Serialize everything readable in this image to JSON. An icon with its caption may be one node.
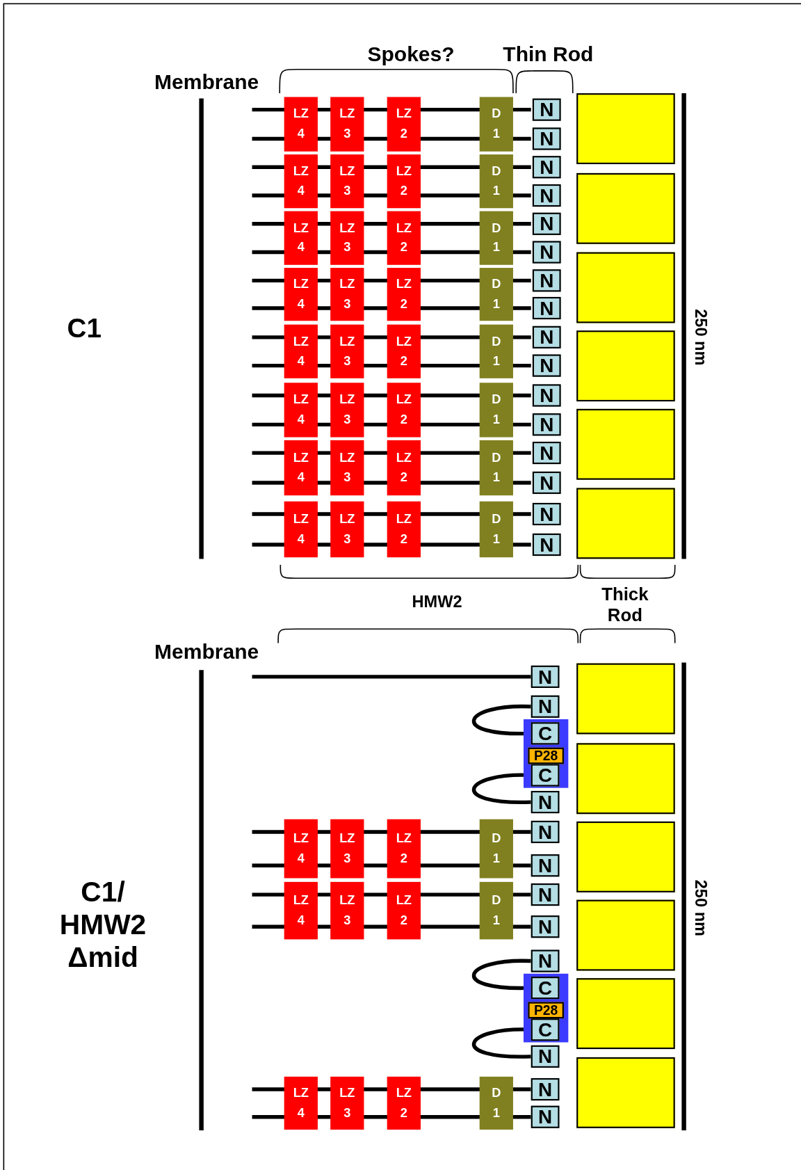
{
  "diagram": {
    "nodes": [
      {
        "text": [
          "LZ 4"
        ]
      },
      {
        "text": [
          "LZ 3"
        ]
      },
      {
        "text": [
          "LZ 2"
        ]
      },
      {
        "text": [
          "D 1"
        ]
      },
      {
        "text": [
          "N"
        ]
      },
      {
        "text": [
          "N"
        ]
      },
      {
        "text": [
          "LZ 4"
        ]
      },
      {
        "text": [
          "LZ 3"
        ]
      },
      {
        "text": [
          "LZ 2"
        ]
      },
      {
        "text": [
          "D 1"
        ]
      },
      {
        "text": [
          "N"
        ]
      },
      {
        "text": [
          "N"
        ]
      },
      {
        "text": [
          "LZ 4"
        ]
      },
      {
        "text": [
          "LZ 3"
        ]
      },
      {
        "text": [
          "LZ 2"
        ]
      },
      {
        "text": [
          "D 1"
        ]
      },
      {
        "text": [
          "N"
        ]
      },
      {
        "text": [
          "N"
        ]
      },
      {
        "text": [
          "LZ 4"
        ]
      },
      {
        "text": [
          "LZ 3"
        ]
      },
      {
        "text": [
          "LZ 2"
        ]
      },
      {
        "text": [
          "D 1"
        ]
      },
      {
        "text": [
          "N"
        ]
      },
      {
        "text": [
          "N"
        ]
      },
      {
        "text": [
          "LZ 4"
        ]
      },
      {
        "text": [
          "LZ 3"
        ]
      },
      {
        "text": [
          "LZ 2"
        ]
      },
      {
        "text": [
          "D 1"
        ]
      },
      {
        "text": [
          "N"
        ]
      },
      {
        "text": [
          "N"
        ]
      },
      {
        "text": [
          "LZ 4"
        ]
      },
      {
        "text": [
          "LZ 3"
        ]
      },
      {
        "text": [
          "LZ 2"
        ]
      },
      {
        "text": [
          "D 1"
        ]
      },
      {
        "text": [
          "N"
        ]
      },
      {
        "text": [
          "N"
        ]
      },
      {
        "text": [
          "LZ 4"
        ]
      },
      {
        "text": [
          "LZ 3"
        ]
      },
      {
        "text": [
          "LZ 2"
        ]
      },
      {
        "text": [
          "D 1"
        ]
      },
      {
        "text": [
          "N"
        ]
      },
      {
        "text": [
          "N"
        ]
      },
      {
        "text": [
          "LZ 4"
        ]
      },
      {
        "text": [
          "LZ 3"
        ]
      },
      {
        "text": [
          "LZ 2"
        ]
      },
      {
        "text": [
          "D 1"
        ]
      },
      {
        "text": [
          "N"
        ]
      },
      {
        "text": [
          "N"
        ]
      },
      {
        "text": [],
        "shape": "box"
      },
      {
        "text": [],
        "shape": "box"
      },
      {
        "text": [],
        "shape": "box"
      },
      {
        "text": [],
        "shape": "box"
      },
      {
        "text": [],
        "shape": "box"
      },
      {
        "text": [],
        "shape": "box"
      },
      {
        "text": [
          "N"
        ]
      },
      {
        "text": [
          "N"
        ]
      },
      {
        "text": [],
        "shape": "box"
      },
      {
        "text": [
          "C"
        ],
        "in": 56
      },
      {
        "text": [
          "P28"
        ],
        "in": 56
      },
      {
        "text": [
          "C"
        ],
        "in": 56
      },
      {
        "text": [
          "N"
        ]
      },
      {
        "text": [
          "LZ 4"
        ]
      },
      {
        "text": [
          "LZ 3"
        ]
      },
      {
        "text": [
          "LZ 2"
        ]
      },
      {
        "text": [
          "D 1"
        ]
      },
      {
        "text": [
          "N"
        ]
      },
      {
        "text": [
          "N"
        ]
      },
      {
        "text": [
          "LZ 4"
        ]
      },
      {
        "text": [
          "LZ 3"
        ]
      },
      {
        "text": [
          "LZ 2"
        ]
      },
      {
        "text": [
          "D 1"
        ]
      },
      {
        "text": [
          "N"
        ]
      },
      {
        "text": [
          "N"
        ]
      },
      {
        "text": [
          "N"
        ]
      },
      {
        "text": [],
        "shape": "box"
      },
      {
        "text": [
          "C"
        ],
        "in": 74
      },
      {
        "text": [
          "P28"
        ],
        "in": 74
      },
      {
        "text": [
          "C"
        ],
        "in": 74
      },
      {
        "text": [
          "N"
        ]
      },
      {
        "text": [
          "LZ 4"
        ]
      },
      {
        "text": [
          "LZ 3"
        ]
      },
      {
        "text": [
          "LZ 2"
        ]
      },
      {
        "text": [
          "D 1"
        ]
      },
      {
        "text": [
          "N"
        ]
      },
      {
        "text": [
          "N"
        ]
      },
      {
        "text": [],
        "shape": "box"
      },
      {
        "text": [],
        "shape": "box"
      },
      {
        "text": [],
        "shape": "box"
      },
      {
        "text": [],
        "shape": "box"
      },
      {
        "text": [],
        "shape": "box"
      },
      {
        "text": [],
        "shape": "box"
      }
    ],
    "edges": [
      {
        "from": 55,
        "to": 57,
        "arrow": "none"
      },
      {
        "from": 59,
        "to": 60,
        "arrow": "none"
      },
      {
        "from": 73,
        "to": 75,
        "arrow": "none"
      },
      {
        "from": 77,
        "to": 78,
        "arrow": "none"
      }
    ],
    "labels": [
      "Spokes?",
      "Thin Rod",
      "Membrane",
      "C1",
      "250 nm",
      "HMW2",
      "Thick Rod",
      "Membrane",
      "C1/ HMW2 Δmid",
      "250 nm"
    ]
  }
}
